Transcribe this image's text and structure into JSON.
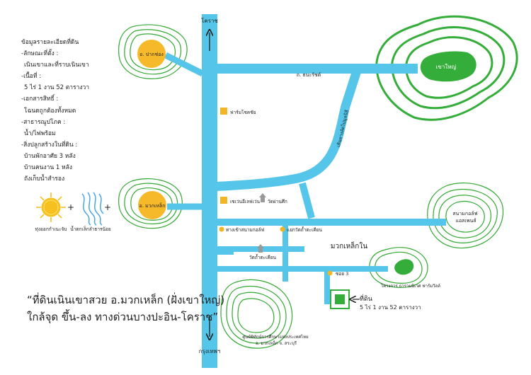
{
  "map": {
    "colors": {
      "road": "#55c6ea",
      "contour": "#33a833",
      "hill": "#35ad3a",
      "city": "#f6b92a",
      "landmark": "#f3b524",
      "tree": "#4aa5e8"
    },
    "top_direction": "โคราช",
    "bottom_direction": "กรุงเทพฯ",
    "road_thanarat": "ถ. ธนะรัชต์",
    "road_side": "เส้นทางลัดไปมูลนิธิ",
    "city_pakchong": "อ. ปากช่อง",
    "city_muaklek": "อ. มวกเหล็ก",
    "hill_khaoyai": "เขาใหญ่",
    "hill_golf": "สนามกอล์ฟ\nแอสเพนส์",
    "farm_chokchai": "ฟาร์มโชคชัย",
    "lotus": "เซเว่นอีเลฟเว่น",
    "temple_wat_phan": "วัดผ่านศึก",
    "golf_entrance": "ทางเข้าสนามกอล์ฟ",
    "junction_temple": "แยกวัดถ้ำตะเคียน",
    "wat_tham_takhian": "วัดถ้ำตะเคียน",
    "muaklek_nai": "มวกเหล็กใน",
    "soi3": "ซอย 3",
    "project": "โครงการ ธารามนิเวศ ฟาร์มวิลล์",
    "land_label": "ที่ดิน",
    "land_size": "5 ไร่ 1 งาน 52 ตารางวา",
    "research_center": "ศูนย์พิทักษ์การศึกษาแห่งประเทศไทย\nอ. มวกเหล็ก จ. สระบุรี"
  },
  "info": {
    "title": "ข้อมูลรายละเอียดที่ดิน",
    "lines": [
      {
        "text": "-ลักษณะที่ตั้ง :",
        "type": "h"
      },
      {
        "text": "เนินเขาและที่ราบเนินเขา",
        "type": "s"
      },
      {
        "text": "-เนื้อที่ :",
        "type": "h"
      },
      {
        "text": "5 ไร่ 1 งาน 52 ตารางวา",
        "type": "s"
      },
      {
        "text": "-เอกสารสิทธิ์ :",
        "type": "h"
      },
      {
        "text": "โฉนดถูกต้องทั้งหมด",
        "type": "s"
      },
      {
        "text": "-สาธารณูปโภค :",
        "type": "h"
      },
      {
        "text": "น้ำ/ไฟพร้อม",
        "type": "s"
      },
      {
        "text": "-สิ่งปลูกสร้างในที่ดิน :",
        "type": "h"
      },
      {
        "text": "บ้านพักอาศัย 3 หลัง",
        "type": "s"
      },
      {
        "text": "บ้านคนงาน 1 หลัง",
        "type": "s"
      },
      {
        "text": "ถังเก็บน้ำสำรอง",
        "type": "s"
      }
    ]
  },
  "legend": {
    "sun_label": "ทุ่งออกกำเนะจับ",
    "water_label": "น้ำตกเล็กลำธารน้อย",
    "plus": "+"
  },
  "tagline": {
    "line1": "“ที่ดินเนินเขาสวย อ.มวกเหล็ก (ฝั่งเขาใหญ่)",
    "line2": "ใกล้จุด ขึ้น-ลง ทางด่วนบางปะอิน-โคราช”"
  }
}
